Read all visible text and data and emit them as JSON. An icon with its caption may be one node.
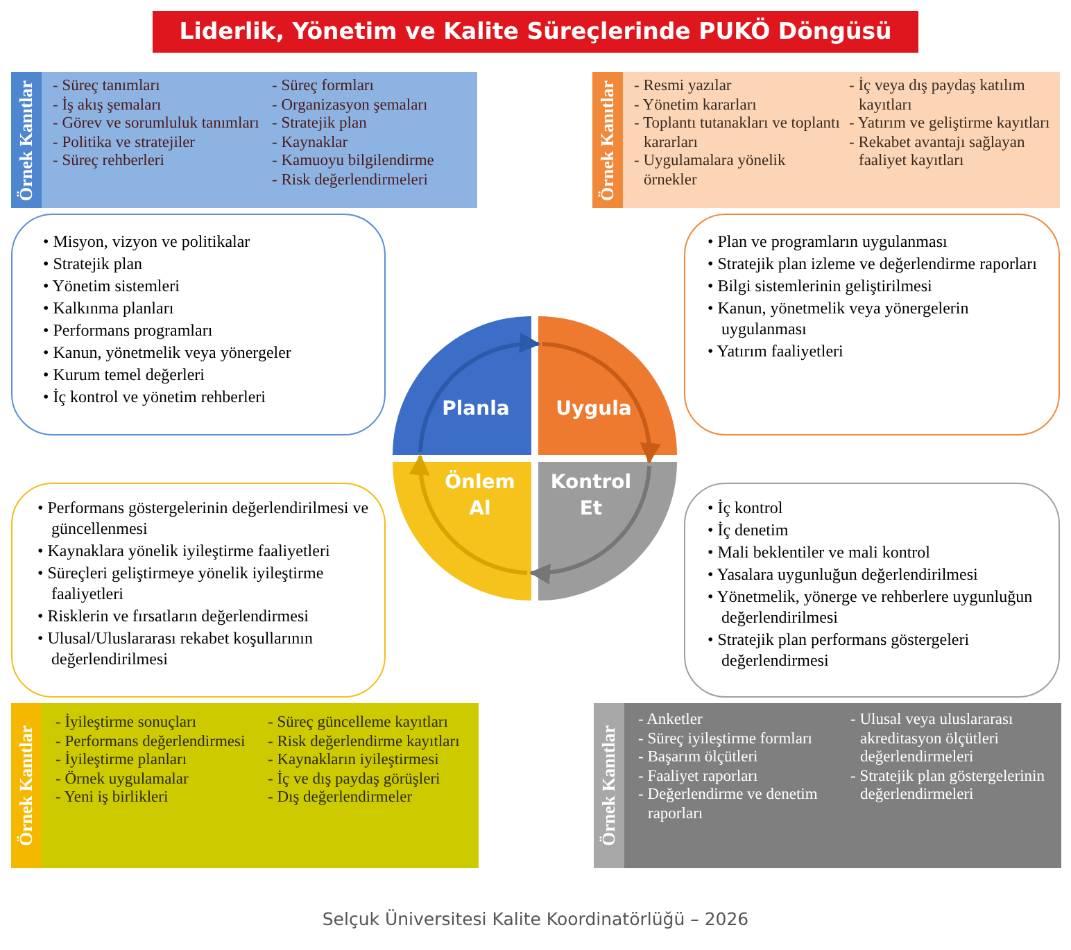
{
  "diagram": {
    "title": "Liderlik, Yönetim ve Kalite Süreçlerinde PUKÖ Döngüsü",
    "caption": "Selçuk Üniversitesi Kalite Koordinatörlüğü – 2026",
    "nodes": [
      {
        "text": [
          "Örnek Kanıtlar",
          "- Süreç tanımları",
          "- İş akış şemaları",
          "- Görev ve sorumluluk tanımları",
          "- Politika ve stratejiler",
          "- Süreç rehberleri",
          "- Süreç formları",
          "- Organizasyon şemaları",
          "- Stratejik plan",
          "- Kaynaklar",
          "- Kamuoyu bilgilendirme",
          "- Risk değerlendirmeleri"
        ]
      },
      {
        "text": [
          "Örnek Kanıtlar",
          "- Resmi yazılar",
          "- Yönetim kararları",
          "- Toplantı tutanakları ve toplantı kararları",
          "- Uygulamalara yönelik örnekler",
          "- İç veya dış paydaş katılım kayıtları",
          "- Yatırım ve geliştirme kayıtları",
          "- Rekabet avantajı sağlayan faaliyet kayıtları"
        ]
      },
      {
        "text": [
          "• Misyon, vizyon ve politikalar",
          "• Stratejik plan",
          "• Yönetim sistemleri",
          "• Kalkınma planları",
          "• Performans programları",
          "• Kanun, yönetmelik veya yönergeler",
          "• Kurum temel değerleri",
          "• İç kontrol ve yönetim rehberleri"
        ]
      },
      {
        "text": [
          "• Plan ve programların uygulanması",
          "• Stratejik plan izleme ve değerlendirme raporları",
          "• Bilgi sistemlerinin geliştirilmesi",
          "• Kanun, yönetmelik veya yönergelerin uygulanması",
          "• Yatırım faaliyetleri"
        ]
      },
      {
        "text": [
          "Planla"
        ]
      },
      {
        "text": [
          "Uygula"
        ]
      },
      {
        "text": [
          "Önlem Al"
        ]
      },
      {
        "text": [
          "Kontrol Et"
        ]
      },
      {
        "text": [
          "• Performans göstergelerinin değerlendirilmesi ve güncellenmesi",
          "• Kaynaklara yönelik iyileştirme faaliyetleri",
          "• Süreçleri geliştirmeye yönelik iyileştirme faaliyetleri",
          "• Risklerin ve fırsatların değerlendirmesi",
          "• Ulusal/Uluslararası rekabet koşullarının değerlendirilmesi"
        ]
      },
      {
        "text": [
          "• İç kontrol",
          "• İç denetim",
          "• Mali beklentiler ve mali kontrol",
          "• Yasalara uygunluğun değerlendirilmesi",
          "• Yönetmelik, yönerge ve rehberlere uygunluğun değerlendirilmesi",
          "• Stratejik plan performans göstergeleri değerlendirmesi"
        ]
      },
      {
        "text": [
          "Örnek Kanıtlar",
          "- İyileştirme sonuçları",
          "- Performans değerlendirmesi",
          "- İyileştirme planları",
          "- Örnek uygulamalar",
          "- Yeni iş birlikleri",
          "- Süreç güncelleme kayıtları",
          "- Risk değerlendirme kayıtları",
          "- Kaynakların iyileştirmesi",
          "- İç ve dış paydaş görüşleri",
          "- Dış değerlendirmeler"
        ]
      },
      {
        "text": [
          "Örnek Kanıtlar",
          "- Anketler",
          "- Süreç iyileştirme formları",
          "- Başarım ölçütleri",
          "- Faaliyet raporları",
          "- Değerlendirme  ve denetim raporları",
          "- Ulusal veya uluslararası akreditasyon ölçütleri değerlendirmeleri",
          "- Stratejik plan göstergelerinin değerlendirmeleri"
        ]
      }
    ],
    "edges": [
      {
        "from": 4,
        "to": 5,
        "arrow": "to",
        "color": "#2b5aa8"
      },
      {
        "from": 5,
        "to": 7,
        "arrow": "to",
        "color": "#c95d17"
      },
      {
        "from": 7,
        "to": 6,
        "arrow": "to",
        "color": "#767676"
      },
      {
        "from": 6,
        "to": 4,
        "arrow": "to",
        "color": "#d9a300"
      }
    ]
  }
}
